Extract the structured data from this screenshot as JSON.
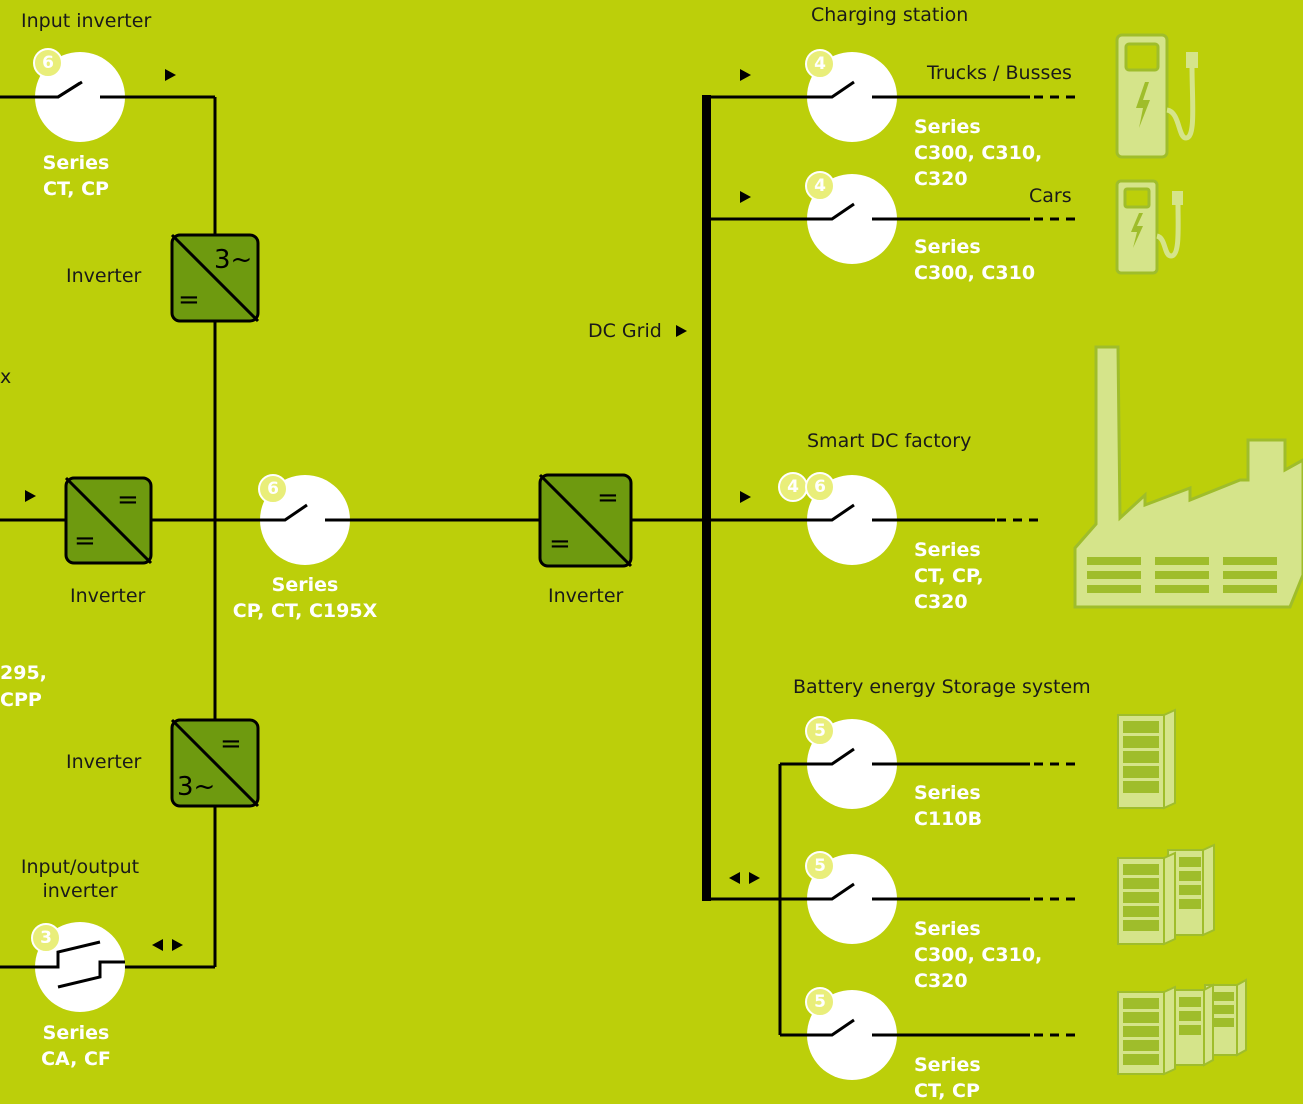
{
  "labels": {
    "input_inverter": "Input inverter",
    "inverter_top": "Inverter",
    "x_fragment": "x",
    "inverter_mid_left": "Inverter",
    "inverter_center": "Inverter",
    "fragment_295": "295,",
    "fragment_cpp": "CPP",
    "inverter_bottom": "Inverter",
    "io_inverter_line1": "Input/output",
    "io_inverter_line2": "inverter",
    "charging_station": "Charging station",
    "trucks_busses": "Trucks / Busses",
    "cars": "Cars",
    "dc_grid": "DC Grid",
    "smart_dc_factory": "Smart DC factory",
    "battery_storage": "Battery energy Storage system"
  },
  "converter_symbols": {
    "ac": "3~",
    "dc": "="
  },
  "switches": [
    {
      "id": "sw-input-inverter",
      "badges": [
        "6"
      ],
      "series": [
        "Series",
        "CT, CP"
      ]
    },
    {
      "id": "sw-middle",
      "badges": [
        "6"
      ],
      "series": [
        "Series",
        "CP, CT, C195X"
      ]
    },
    {
      "id": "sw-io-inverter",
      "badges": [
        "3"
      ],
      "series": [
        "Series",
        "CA, CF"
      ]
    },
    {
      "id": "sw-trucks",
      "badges": [
        "4"
      ],
      "series": [
        "Series",
        "C300, C310,",
        "C320"
      ]
    },
    {
      "id": "sw-cars",
      "badges": [
        "4"
      ],
      "series": [
        "Series",
        "C300, C310"
      ]
    },
    {
      "id": "sw-factory",
      "badges": [
        "4",
        "6"
      ],
      "series": [
        "Series",
        "CT, CP,",
        "C320"
      ]
    },
    {
      "id": "sw-battery-1",
      "badges": [
        "5"
      ],
      "series": [
        "Series",
        "C110B"
      ]
    },
    {
      "id": "sw-battery-2",
      "badges": [
        "5"
      ],
      "series": [
        "Series",
        "C300, C310,",
        "C320"
      ]
    },
    {
      "id": "sw-battery-3",
      "badges": [
        "5"
      ],
      "series": [
        "Series",
        "CT, CP"
      ]
    }
  ],
  "colors": {
    "background": "#bccf0a",
    "line": "#000000",
    "converter_fill": "#6e9a0f",
    "pictogram": "#d5e48a",
    "pictogram_stroke": "#9fbd2b",
    "badge": "#e9ee7a"
  }
}
